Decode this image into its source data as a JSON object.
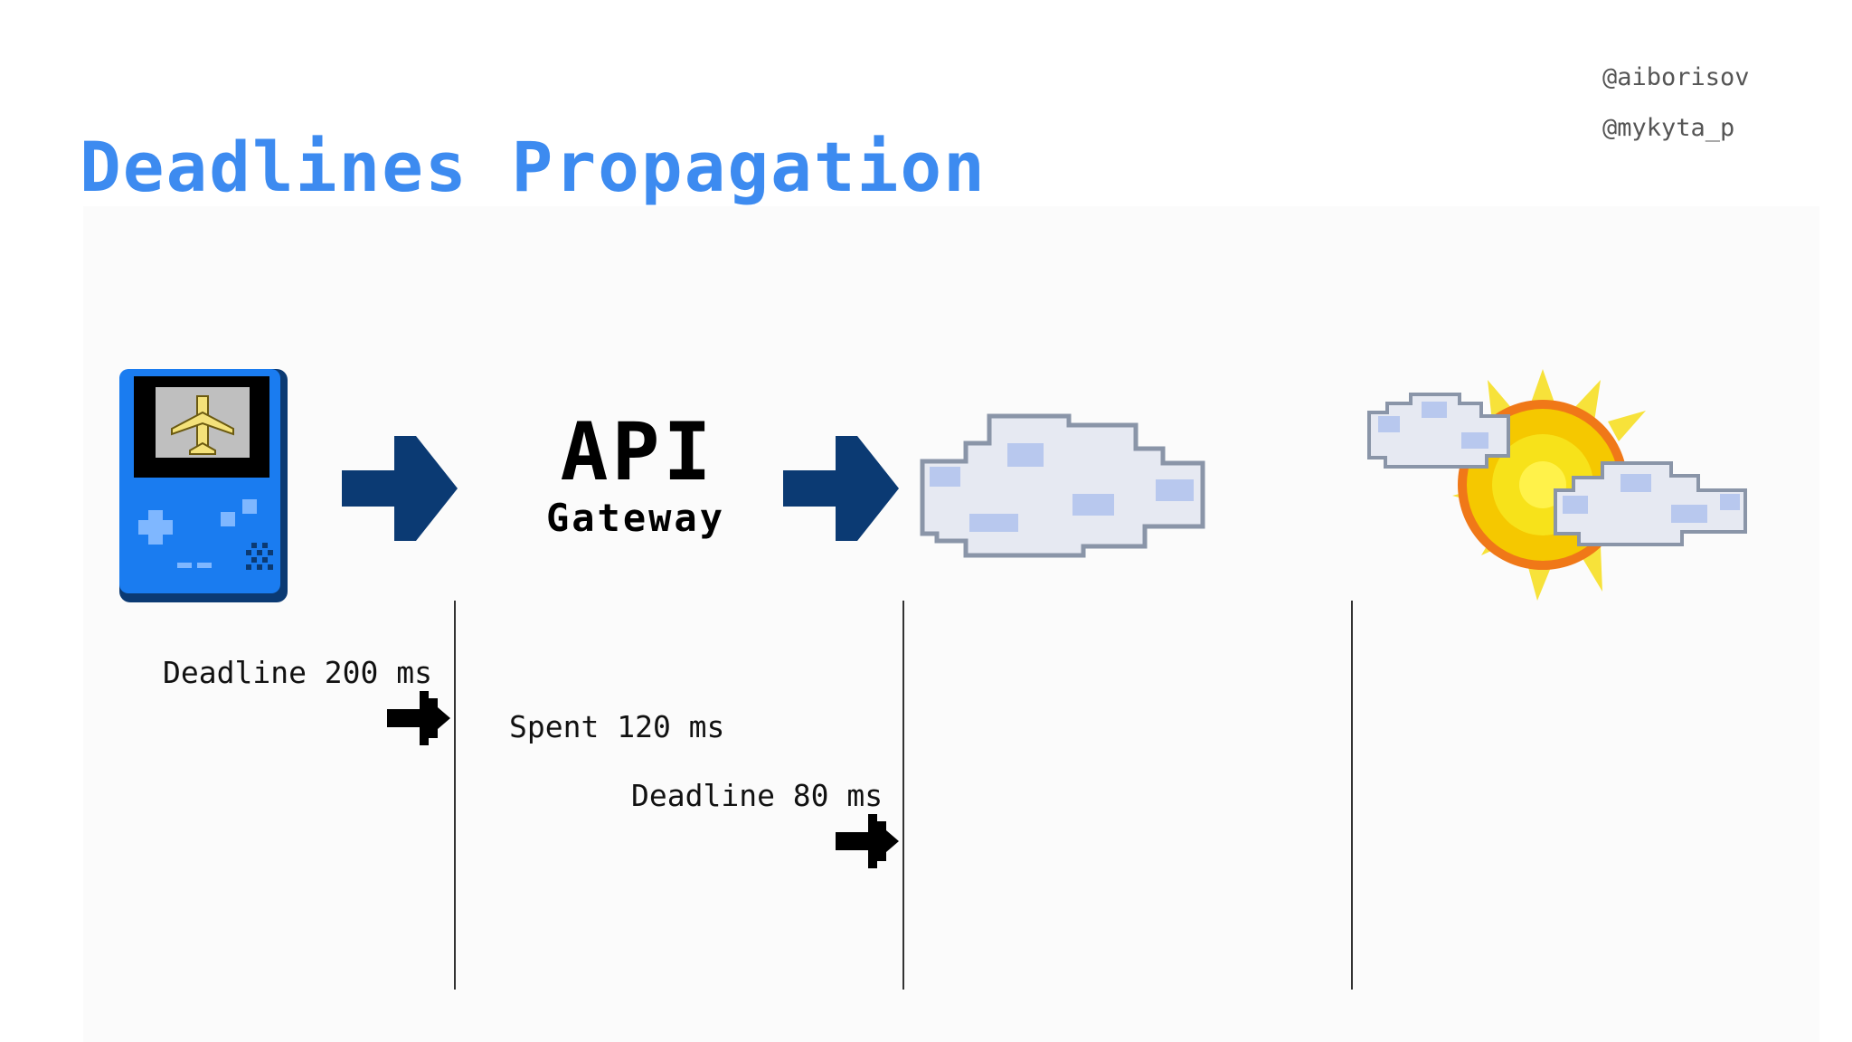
{
  "slide": {
    "title": "Deadlines Propagation",
    "handles": [
      "@aiborisov",
      "@mykyta_p"
    ]
  },
  "diagram": {
    "nodes": [
      {
        "id": "client",
        "icon": "handheld-console-icon"
      },
      {
        "id": "gateway",
        "label": "API",
        "sublabel": "Gateway"
      },
      {
        "id": "cloud-service",
        "icon": "cloud-icon"
      },
      {
        "id": "weather-service",
        "icon": "sun-with-clouds-icon"
      }
    ],
    "annotations": {
      "deadline_1": "Deadline 200 ms",
      "spent": "Spent 120 ms",
      "deadline_2": "Deadline 80 ms"
    }
  },
  "colors": {
    "title": "#3d8bf0",
    "flow_arrow": "#0b3a73",
    "console_body": "#1a7cf0",
    "cloud_fill": "#e6e9f2",
    "sun": "#f7d000"
  }
}
